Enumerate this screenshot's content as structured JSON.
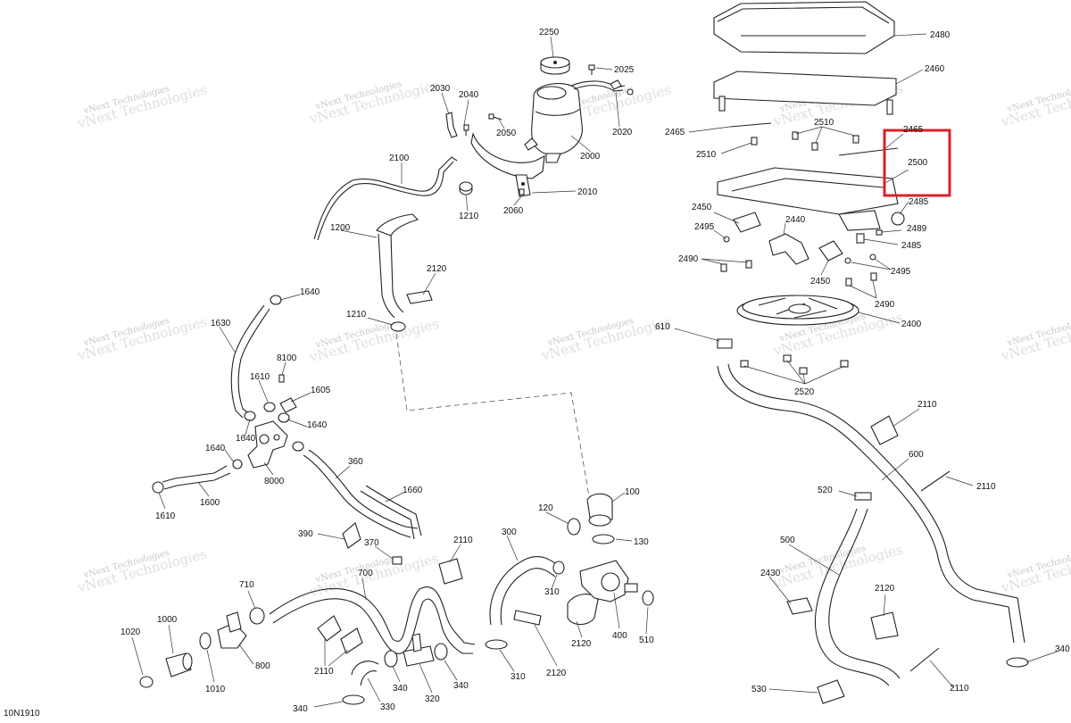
{
  "diagram": {
    "id_label": "10N1910",
    "watermark": "vNext Technologies",
    "highlight_color": "#d9222a",
    "callouts": {
      "c2250": "2250",
      "c2025": "2025",
      "c2030": "2030",
      "c2040": "2040",
      "c2050": "2050",
      "c2020": "2020",
      "c2000": "2000",
      "c2010": "2010",
      "c2060": "2060",
      "c1210a": "1210",
      "c2100": "2100",
      "c1200": "1200",
      "c2120a": "2120",
      "c1210b": "1210",
      "c1640a": "1640",
      "c1630": "1630",
      "c8100": "8100",
      "c1610a": "1610",
      "c1605": "1605",
      "c1640b": "1640",
      "c1640c": "1640",
      "c1640d": "1640",
      "c8000": "8000",
      "c1610b": "1610",
      "c1600": "1600",
      "c360": "360",
      "c1660": "1660",
      "c390": "390",
      "c370": "370",
      "c2110a": "2110",
      "c300": "300",
      "c120": "120",
      "c100": "100",
      "c130": "130",
      "c310a": "310",
      "c710": "710",
      "c700": "700",
      "c1000": "1000",
      "c1020": "1020",
      "c1010": "1010",
      "c800": "800",
      "c2110b": "2110",
      "c340a": "340",
      "c340b": "340",
      "c320": "320",
      "c330": "330",
      "c340c": "340",
      "c2120b": "2120",
      "c2120c": "2120",
      "c400": "400",
      "c510": "510",
      "c310b": "310",
      "c2480": "2480",
      "c2460": "2460",
      "c2465a": "2465",
      "c2510a": "2510",
      "c2510b": "2510",
      "c2465b": "2465",
      "c2500": "2500",
      "c2450a": "2450",
      "c2495a": "2495",
      "c2440": "2440",
      "c2485a": "2485",
      "c2489": "2489",
      "c2485b": "2485",
      "c2490a": "2490",
      "c2495b": "2495",
      "c2450b": "2450",
      "c2490b": "2490",
      "c2400": "2400",
      "c610": "610",
      "c2520": "2520",
      "c2110c": "2110",
      "c600": "600",
      "c2110d": "2110",
      "c520": "520",
      "c500": "500",
      "c2430": "2430",
      "c2120d": "2120",
      "c530": "530",
      "c2110e": "2110",
      "c340d": "340"
    }
  }
}
